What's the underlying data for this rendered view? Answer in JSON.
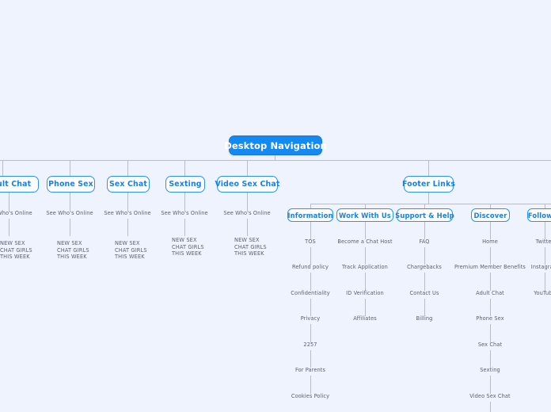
{
  "canvas": {
    "background": "#eff3fd",
    "connector_color": "#b9bdc9",
    "accent": "#1489f0",
    "box_border": "#2a93f2",
    "box_text": "#1a7fe0",
    "leaf_text": "#5b6072"
  },
  "root": {
    "label": "Desktop Navigation"
  },
  "branches": [
    {
      "id": "adult-chat",
      "label": "Adult Chat",
      "children": [
        {
          "label": "See Who's Online"
        },
        {
          "lines": [
            "NEW SEX",
            "CHAT GIRLS",
            "THIS WEEK"
          ]
        }
      ]
    },
    {
      "id": "phone-sex",
      "label": "Phone Sex",
      "children": [
        {
          "label": "See Who's Online"
        },
        {
          "lines": [
            "NEW SEX",
            "CHAT GIRLS",
            "THIS WEEK"
          ]
        }
      ]
    },
    {
      "id": "sex-chat",
      "label": "Sex Chat",
      "children": [
        {
          "label": "See Who's Online"
        },
        {
          "lines": [
            "NEW SEX",
            "CHAT GIRLS",
            "THIS WEEK"
          ]
        }
      ]
    },
    {
      "id": "sexting",
      "label": "Sexting",
      "children": [
        {
          "label": "See Who's Online"
        },
        {
          "lines": [
            "NEW SEX",
            "CHAT GIRLS",
            "THIS WEEK"
          ]
        }
      ]
    },
    {
      "id": "video-sex-chat",
      "label": "Video Sex Chat",
      "children": [
        {
          "label": "See Who's Online"
        },
        {
          "lines": [
            "NEW SEX",
            "CHAT GIRLS",
            "THIS WEEK"
          ]
        }
      ]
    },
    {
      "id": "footer-links",
      "label": "Footer Links",
      "groups": [
        {
          "id": "information",
          "label": "Information",
          "items": [
            "TOS",
            "Refund policy",
            "Confidentiality",
            "Privacy",
            "2257",
            "For Parents",
            "Cookies Policy"
          ]
        },
        {
          "id": "work-with-us",
          "label": "Work With Us",
          "items": [
            "Become a Chat Host",
            "Track Application",
            "ID Verification",
            "Affiliates"
          ]
        },
        {
          "id": "support-and-help",
          "label": "Support & Help",
          "items": [
            "FAQ",
            "Chargebacks",
            "Contact Us",
            "Billing"
          ]
        },
        {
          "id": "discover",
          "label": "Discover",
          "items": [
            "Home",
            "Premium Member Benefits",
            "Adult Chat",
            "Phone Sex",
            "Sex Chat",
            "Sexting",
            "Video Sex Chat"
          ]
        },
        {
          "id": "follow-us",
          "label": "Follow Us",
          "items": [
            "Twitter",
            "Instagram",
            "YouTube"
          ]
        }
      ]
    }
  ]
}
